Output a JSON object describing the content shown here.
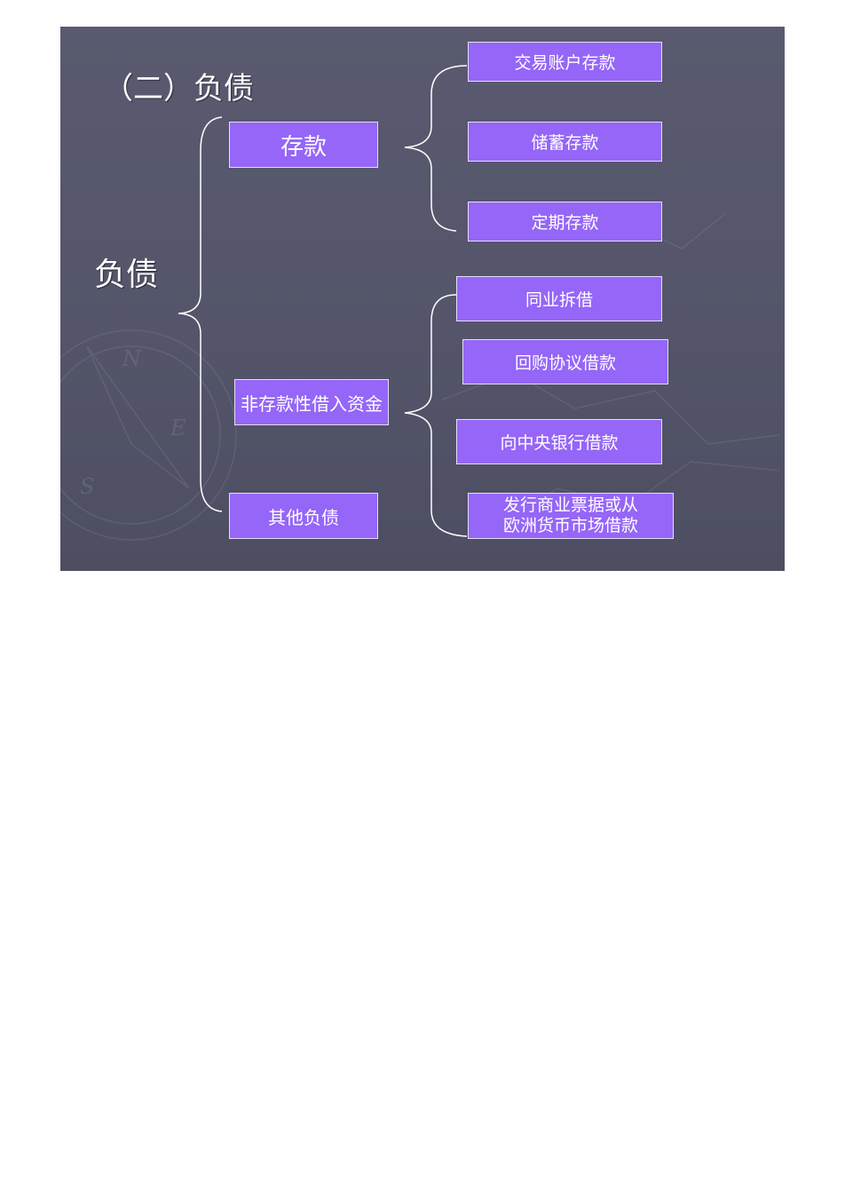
{
  "title": "（二）负债",
  "root_label": "负债",
  "categories": {
    "deposits": {
      "label": "存款",
      "children": [
        "交易账户存款",
        "储蓄存款",
        "定期存款"
      ]
    },
    "non_deposit_borrowing": {
      "label": "非存款性借入资金",
      "children": [
        "同业拆借",
        "回购协议借款",
        "向中央银行借款",
        [
          "发行商业票据或从",
          "欧洲货币市场借款"
        ]
      ]
    },
    "other": {
      "label": "其他负债"
    }
  },
  "colors": {
    "slide_background": "#55566b",
    "box_fill": "#9566f7",
    "box_border": "#e6dcff",
    "text": "#ffffff",
    "bracket_line": "#ffffff"
  }
}
